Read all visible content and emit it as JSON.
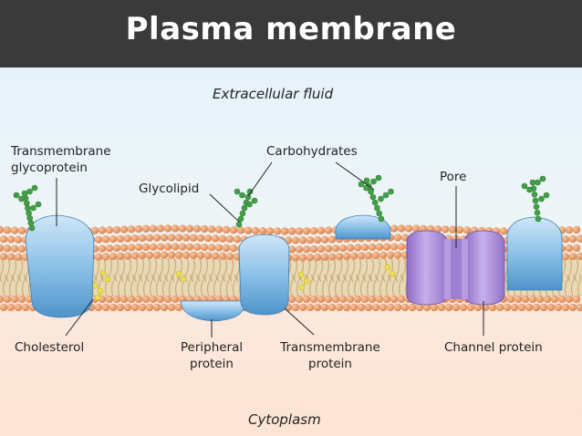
{
  "slide": {
    "title": "Plasma membrane"
  },
  "diagram": {
    "regions": {
      "top": "Extracellular fluid",
      "bottom": "Cytoplasm"
    },
    "labels": {
      "transmembrane_glycoprotein_line1": "Transmembrane",
      "transmembrane_glycoprotein_line2": "glycoprotein",
      "glycolipid": "Glycolipid",
      "carbohydrates": "Carbohydrates",
      "pore": "Pore",
      "cholesterol": "Cholesterol",
      "peripheral_protein_line1": "Peripheral",
      "peripheral_protein_line2": "protein",
      "transmembrane_protein_line1": "Transmembrane",
      "transmembrane_protein_line2": "protein",
      "channel_protein": "Channel protein"
    },
    "colors": {
      "title_bar": "#3a3a3a",
      "phospholipid_head": "#e89a6a",
      "tail": "#d9c39a",
      "protein_blue": "#7fb6e0",
      "channel_protein": "#a889d6",
      "carbohydrate": "#4caf50",
      "cholesterol": "#e8d84a"
    }
  }
}
